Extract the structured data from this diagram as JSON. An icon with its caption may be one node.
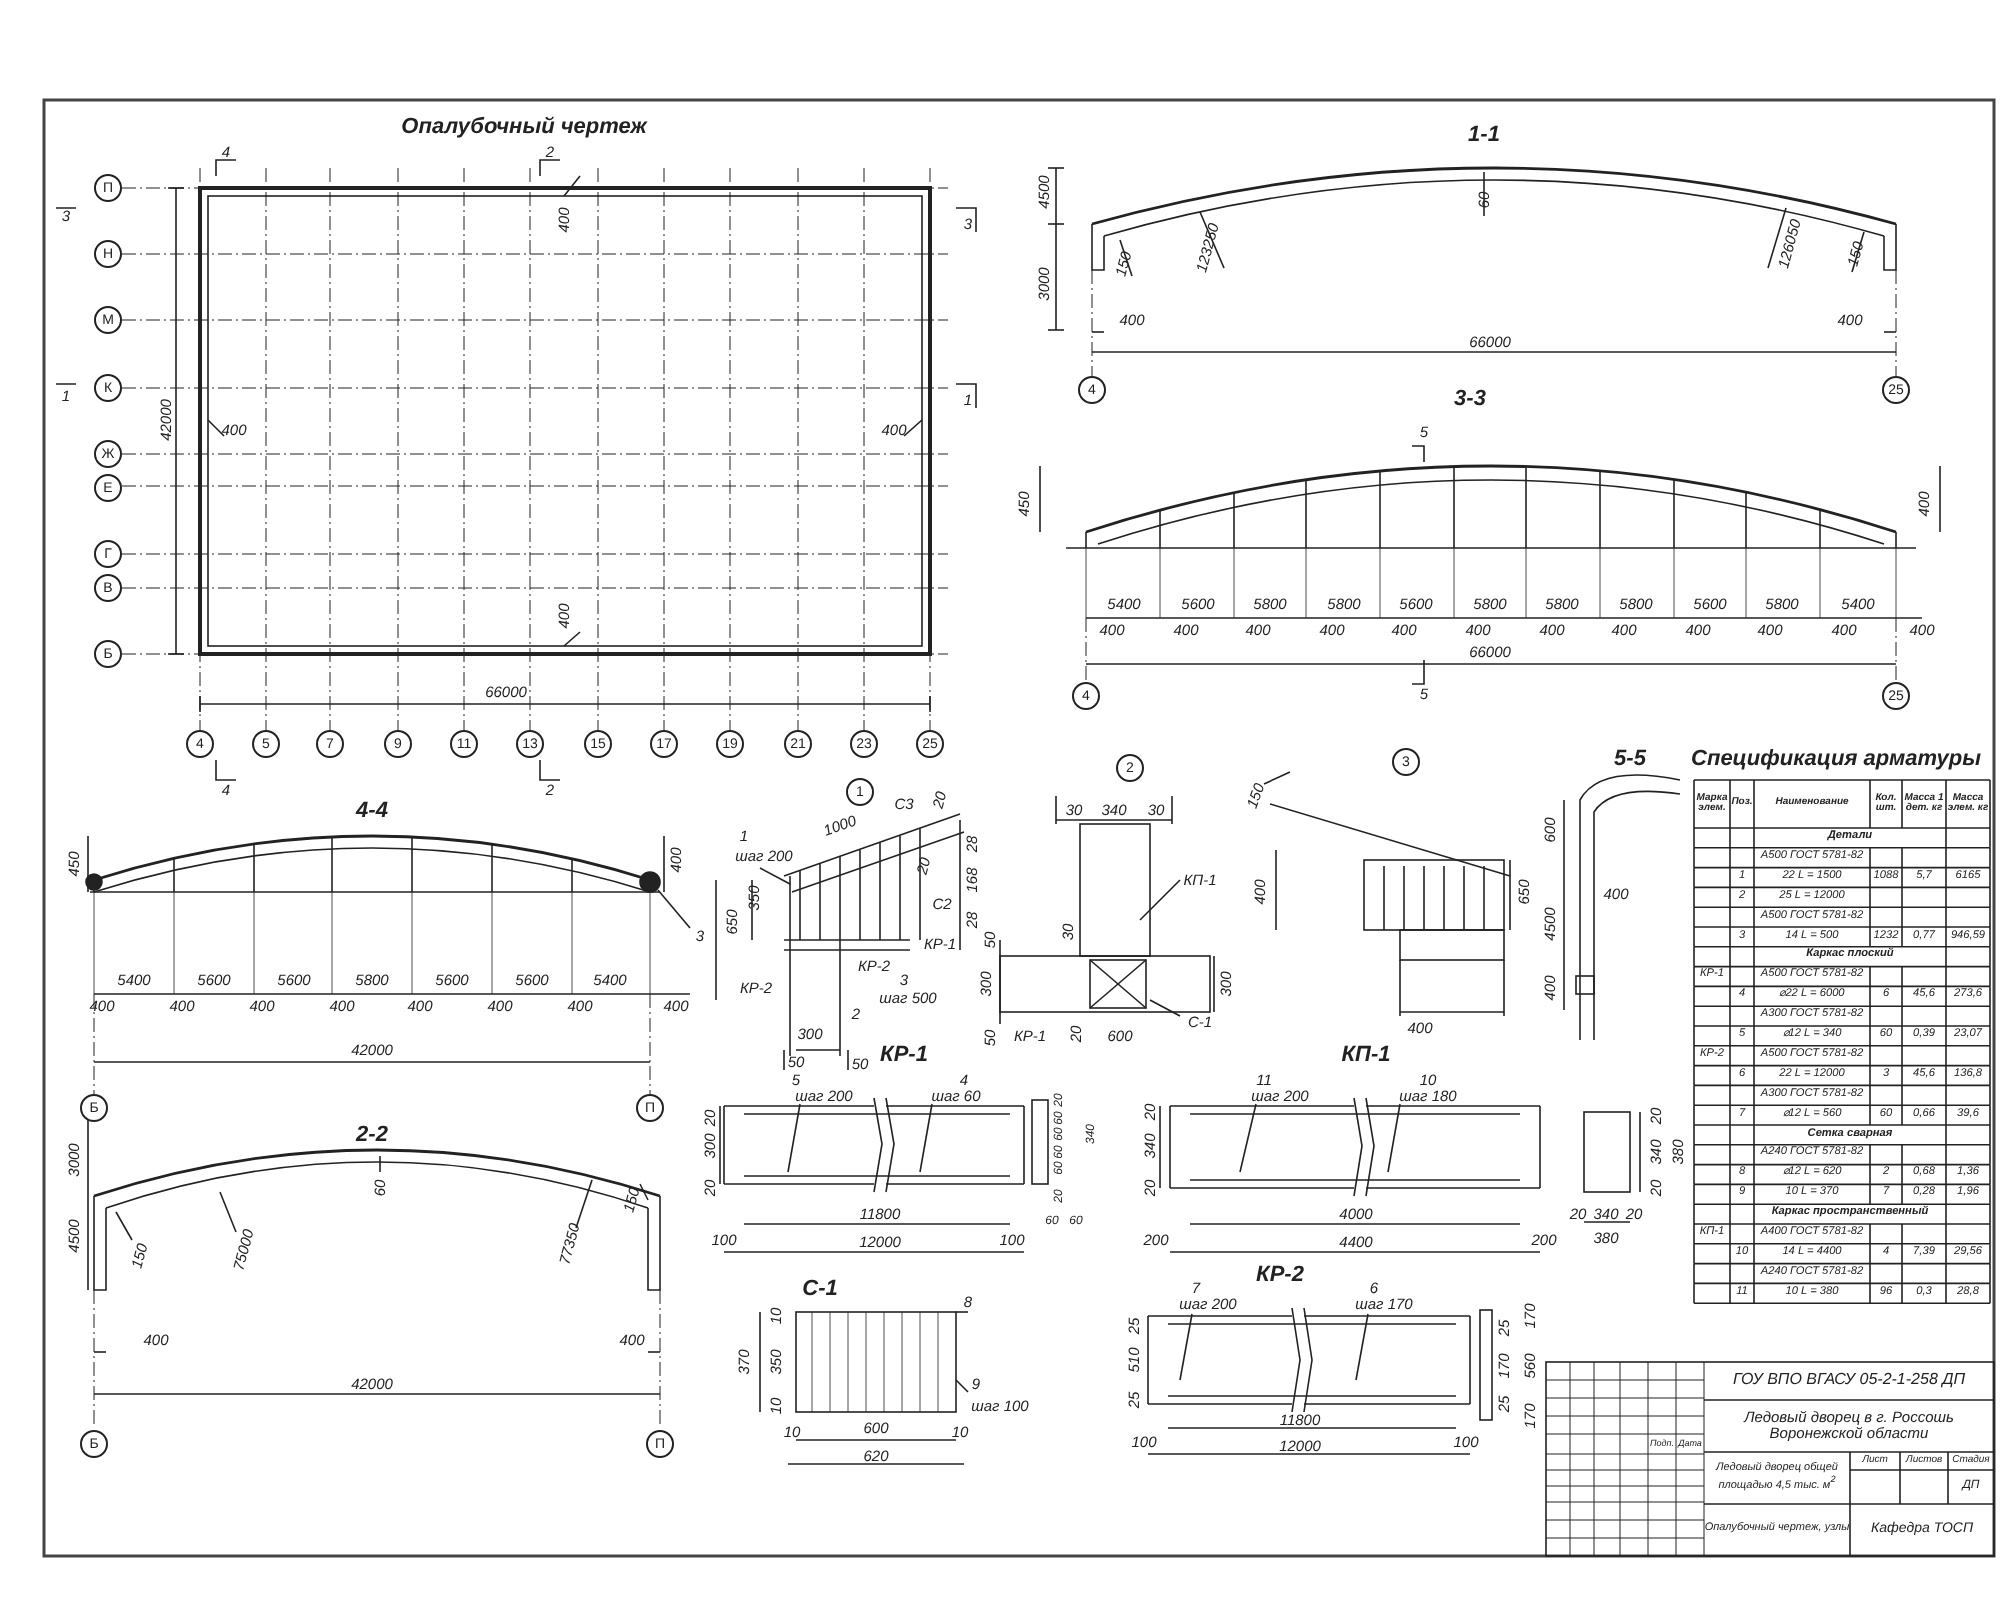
{
  "diagram": {
    "labels": [
      "Опалубочный чертеж",
      "4",
      "2",
      "3",
      "3",
      "П",
      "Н",
      "400",
      "М",
      "К",
      "1",
      "1",
      "42000",
      "400",
      "400",
      "Ж",
      "Е",
      "Г",
      "В",
      "400",
      "Б",
      "66000",
      "4",
      "5",
      "7",
      "9",
      "11",
      "13",
      "15",
      "17",
      "19",
      "21",
      "23",
      "25",
      "4",
      "2",
      "1-1",
      "4500",
      "60",
      "150",
      "123250",
      "126050",
      "150",
      "3000",
      "400",
      "400",
      "66000",
      "4",
      "25",
      "3-3",
      "5",
      "450",
      "400",
      "5400",
      "5600",
      "5800",
      "5800",
      "5600",
      "5800",
      "5800",
      "5800",
      "5600",
      "5800",
      "5400",
      "400",
      "400",
      "400",
      "400",
      "400",
      "400",
      "400",
      "400",
      "400",
      "400",
      "400",
      "400",
      "66000",
      "4",
      "5",
      "25",
      "4-4",
      "450",
      "400",
      "3",
      "5400",
      "5600",
      "5600",
      "5800",
      "5600",
      "5600",
      "5400",
      "400",
      "400",
      "400",
      "400",
      "400",
      "400",
      "400",
      "400",
      "42000",
      "Б",
      "П",
      "2-2",
      "3000",
      "4500",
      "150",
      "75000",
      "60",
      "77350",
      "150",
      "400",
      "400",
      "42000",
      "Б",
      "П",
      "1",
      "1",
      "шаг 200",
      "1000",
      "С3",
      "20",
      "20",
      "28",
      "168",
      "28",
      "350",
      "650",
      "С2",
      "КР-1",
      "КР-2",
      "3",
      "шаг 500",
      "КР-2",
      "2",
      "300",
      "50",
      "50",
      "2",
      "30",
      "340",
      "30",
      "КП-1",
      "50",
      "30",
      "300",
      "300",
      "50",
      "КР-1",
      "20",
      "600",
      "С-1",
      "3",
      "150",
      "400",
      "650",
      "400",
      "5-5",
      "600",
      "400",
      "4500",
      "400",
      "КР-1",
      "5",
      "шаг 200",
      "4",
      "шаг 60",
      "20",
      "300",
      "20",
      "11800",
      "100",
      "12000",
      "100",
      "20",
      "60",
      "60",
      "60",
      "60",
      "340",
      "20",
      "60",
      "60",
      "КП-1",
      "11",
      "шаг 200",
      "10",
      "шаг 180",
      "20",
      "340",
      "20",
      "4000",
      "200",
      "4400",
      "200",
      "20",
      "340",
      "380",
      "20",
      "20",
      "340",
      "20",
      "380",
      "С-1",
      "8",
      "10",
      "370",
      "350",
      "10",
      "9",
      "шаг 100",
      "10",
      "600",
      "10",
      "620",
      "КР-2",
      "7",
      "шаг 200",
      "6",
      "шаг 170",
      "25",
      "510",
      "25",
      "11800",
      "100",
      "12000",
      "100",
      "25",
      "170",
      "170",
      "560",
      "25",
      "170",
      "Спецификация арматуры",
      "Марка элем.",
      "Поз.",
      "Наименование",
      "Кол. шт.",
      "Масса 1 дет. кг",
      "Масса элем. кг",
      "Детали",
      "А500 ГОСТ 5781-82",
      "1",
      "22 L = 1500",
      "1088",
      "5,7",
      "6165",
      "2",
      "25 L = 12000",
      "А500 ГОСТ 5781-82",
      "3",
      "14 L = 500",
      "1232",
      "0,77",
      "946,59",
      "Каркас плоский",
      "КР-1",
      "А500 ГОСТ 5781-82",
      "4",
      "⌀22 L = 6000",
      "6",
      "45,6",
      "273,6",
      "А300 ГОСТ 5781-82",
      "5",
      "⌀12 L = 340",
      "60",
      "0,39",
      "23,07",
      "КР-2",
      "А500 ГОСТ 5781-82",
      "6",
      "22 L = 12000",
      "3",
      "45,6",
      "136,8",
      "А300 ГОСТ 5781-82",
      "7",
      "⌀12 L = 560",
      "60",
      "0,66",
      "39,6",
      "Сетка сварная",
      "А240 ГОСТ 5781-82",
      "8",
      "⌀12 L = 620",
      "2",
      "0,68",
      "1,36",
      "9",
      "10 L = 370",
      "7",
      "0,28",
      "1,96",
      "Каркас пространственный",
      "КП-1",
      "А400 ГОСТ 5781-82",
      "10",
      "14 L = 4400",
      "4",
      "7,39",
      "29,56",
      "А240 ГОСТ 5781-82",
      "11",
      "10 L = 380",
      "96",
      "0,3",
      "28,8",
      "Подп.",
      "Дата",
      "ГОУ ВПО ВГАСУ 05-2-1-258 ДП",
      "Ледовый дворец в г. Россошь Воронежской области",
      "Ледовый дворец общей площадью 4,5 тыс. м$^{2}$",
      "Лист",
      "Листов",
      "Стадия",
      "ДП",
      "Опалубочный чертеж, узлы",
      "Кафедра ТОСП"
    ]
  }
}
